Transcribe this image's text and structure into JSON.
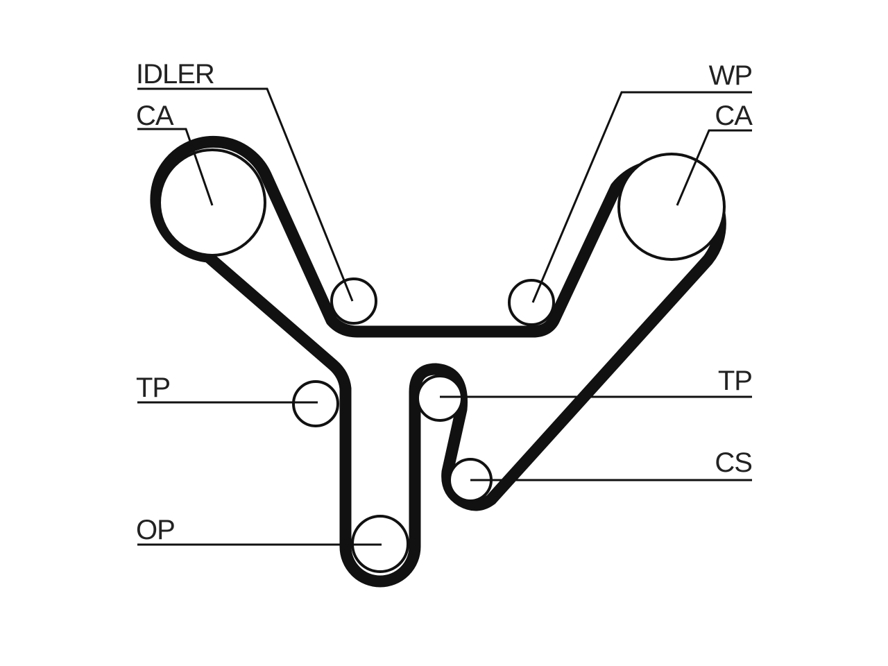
{
  "labels": {
    "idler": "IDLER",
    "ca_left": "CA",
    "wp": "WP",
    "ca_right": "CA",
    "tp_left": "TP",
    "tp_right": "TP",
    "cs": "CS",
    "op": "OP"
  },
  "colors": {
    "line": "#111111",
    "text": "#222222",
    "background": "#ffffff"
  }
}
